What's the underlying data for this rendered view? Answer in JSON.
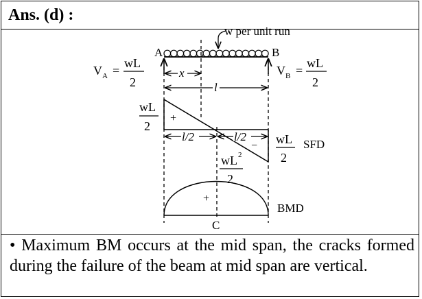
{
  "header": {
    "answer": "Ans. (d) :"
  },
  "beam": {
    "load_label": "w per unit run",
    "support_a": "A",
    "support_b": "B",
    "dim_x": "x",
    "dim_l": "l"
  },
  "reactions": {
    "va_sym": "V",
    "va_sub": "A",
    "vb_sym": "V",
    "vb_sub": "B",
    "numerator": "wL",
    "denominator": "2"
  },
  "sfd": {
    "left_num": "wL",
    "left_den": "2",
    "right_num": "wL",
    "right_den": "2",
    "plus": "+",
    "minus": "−",
    "half_left": "l/2",
    "half_right": "l/2",
    "label": "SFD"
  },
  "bmd": {
    "max_num": "wL",
    "max_exp": "2",
    "max_den": "2",
    "plus": "+",
    "label": "BMD",
    "mid_point": "C"
  },
  "conclusion": {
    "bullet": "•",
    "text": "Maximum BM occurs at the mid span, the cracks formed during the failure of the beam at mid span are vertical."
  }
}
